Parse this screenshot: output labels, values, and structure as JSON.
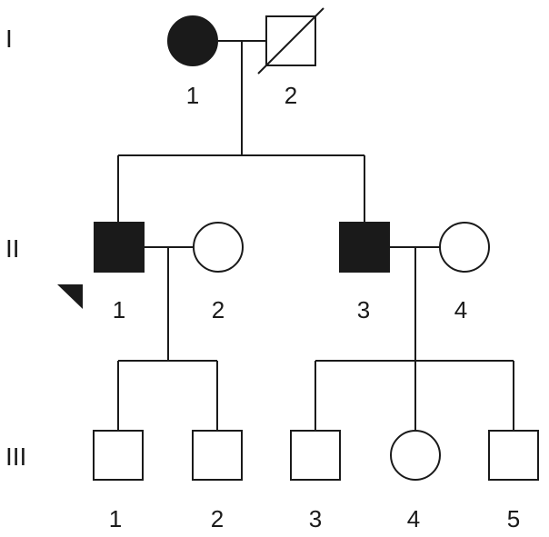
{
  "colors": {
    "line": "#1a1a1a",
    "affected": "#1a1a1a",
    "unaffected": "#ffffff"
  },
  "generations": [
    {
      "label": "I",
      "members": [
        {
          "number": "1",
          "sex": "female",
          "affected": true,
          "deceased": false,
          "proband": false
        },
        {
          "number": "2",
          "sex": "male",
          "affected": false,
          "deceased": true,
          "proband": false
        }
      ]
    },
    {
      "label": "II",
      "members": [
        {
          "number": "1",
          "sex": "male",
          "affected": true,
          "deceased": false,
          "proband": true
        },
        {
          "number": "2",
          "sex": "female",
          "affected": false,
          "deceased": false,
          "proband": false
        },
        {
          "number": "3",
          "sex": "male",
          "affected": true,
          "deceased": false,
          "proband": false
        },
        {
          "number": "4",
          "sex": "female",
          "affected": false,
          "deceased": false,
          "proband": false
        }
      ]
    },
    {
      "label": "III",
      "members": [
        {
          "number": "1",
          "sex": "male",
          "affected": false,
          "deceased": false,
          "proband": false
        },
        {
          "number": "2",
          "sex": "male",
          "affected": false,
          "deceased": false,
          "proband": false
        },
        {
          "number": "3",
          "sex": "male",
          "affected": false,
          "deceased": false,
          "proband": false
        },
        {
          "number": "4",
          "sex": "female",
          "affected": false,
          "deceased": false,
          "proband": false
        },
        {
          "number": "5",
          "sex": "male",
          "affected": false,
          "deceased": false,
          "proband": false
        }
      ]
    }
  ]
}
